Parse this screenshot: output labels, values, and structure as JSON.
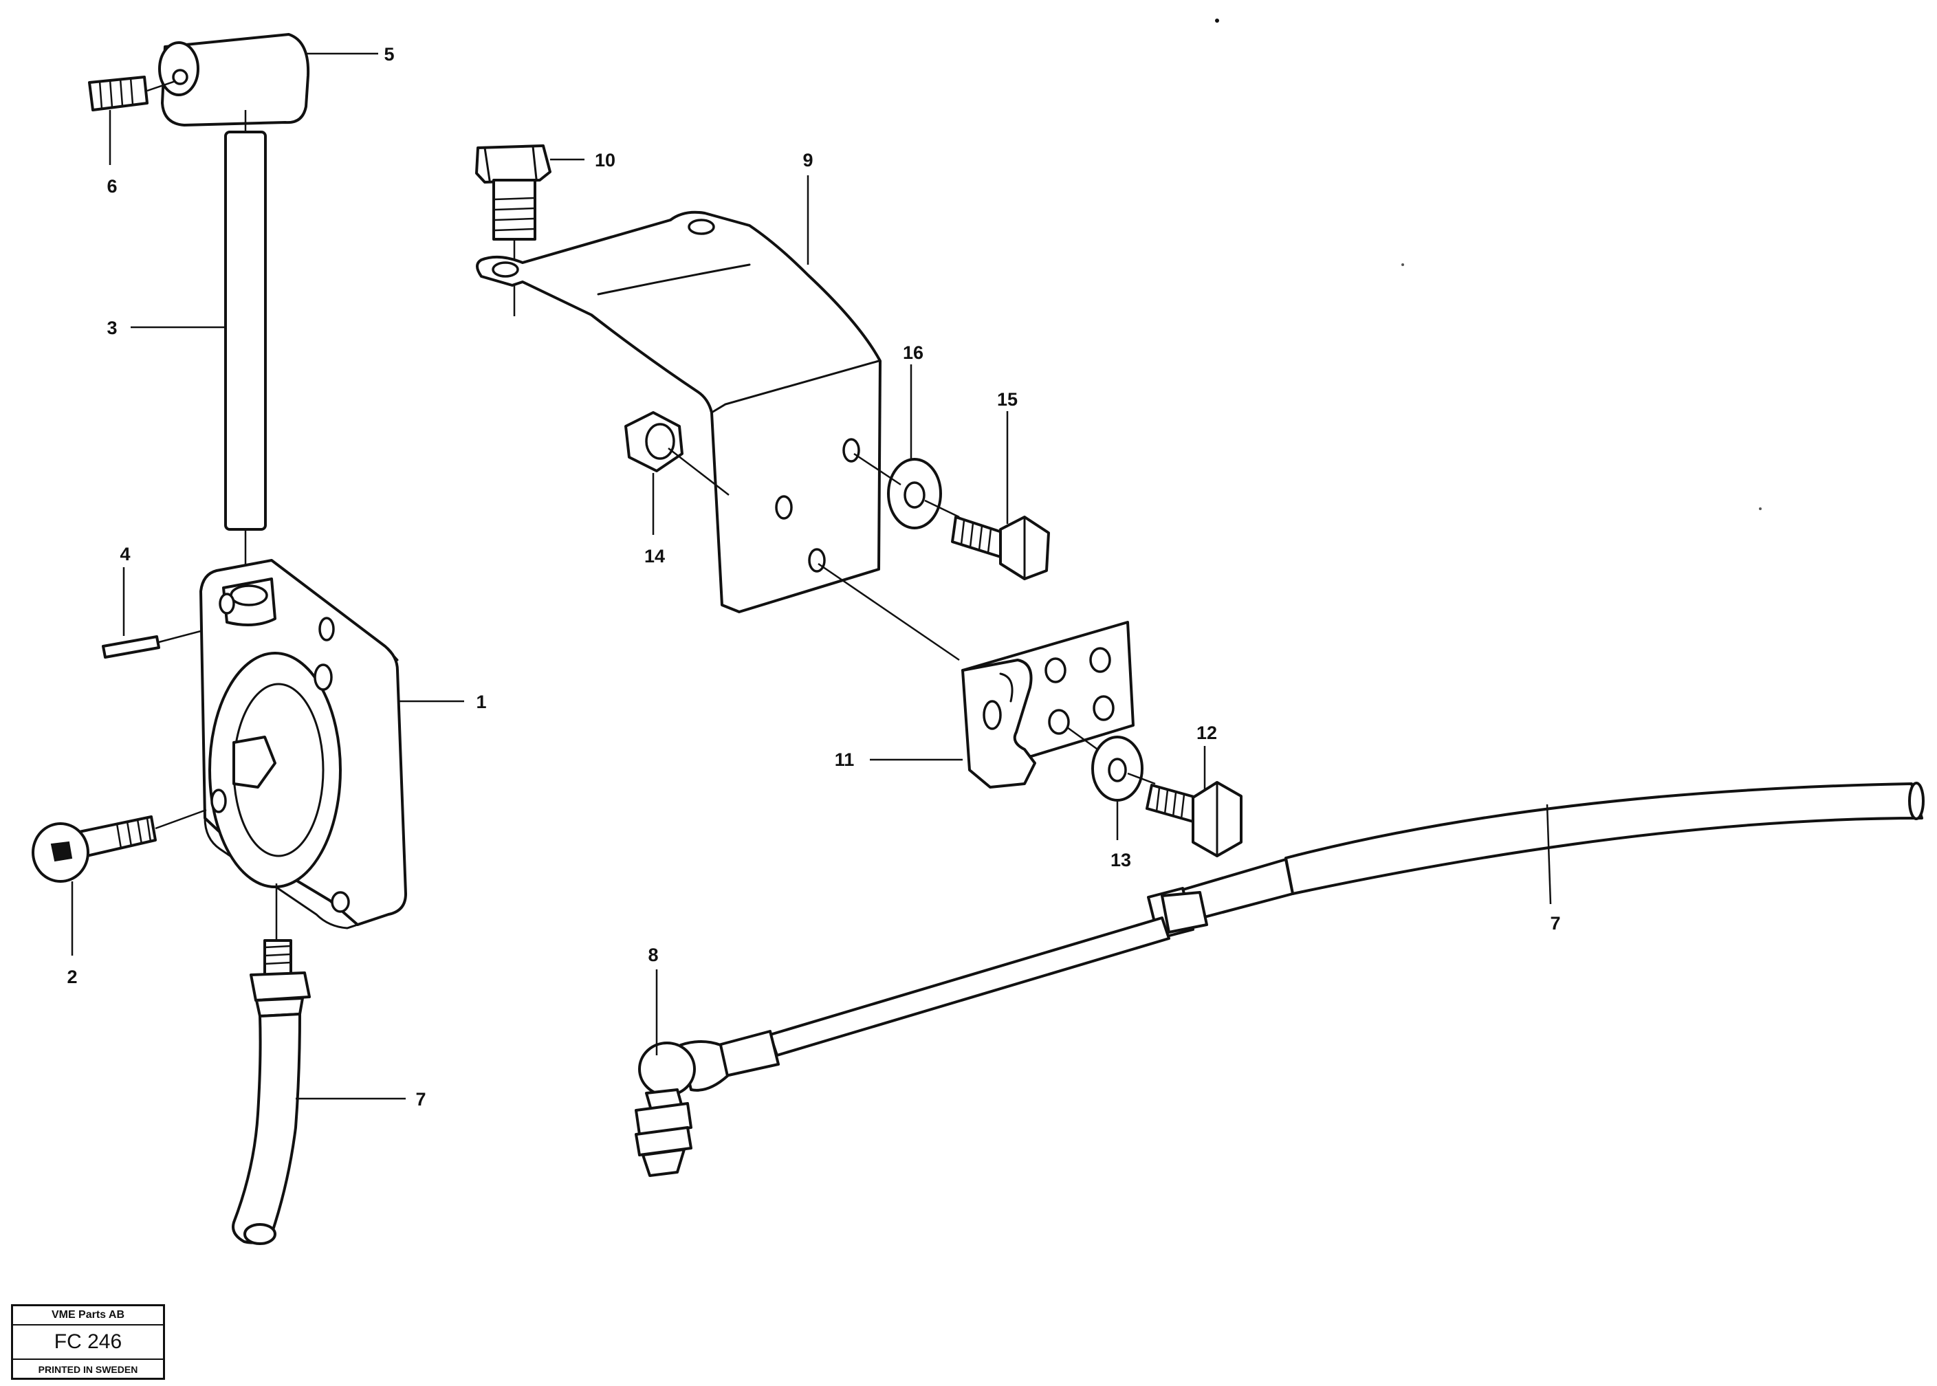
{
  "callouts": {
    "c1": "1",
    "c2": "2",
    "c3": "3",
    "c4": "4",
    "c5": "5",
    "c6": "6",
    "c7a": "7",
    "c7b": "7",
    "c8": "8",
    "c9": "9",
    "c10": "10",
    "c11": "11",
    "c12": "12",
    "c13": "13",
    "c14": "14",
    "c15": "15",
    "c16": "16"
  },
  "stamp": {
    "company": "VME Parts AB",
    "code": "FC 246",
    "printed": "PRINTED IN SWEDEN"
  }
}
